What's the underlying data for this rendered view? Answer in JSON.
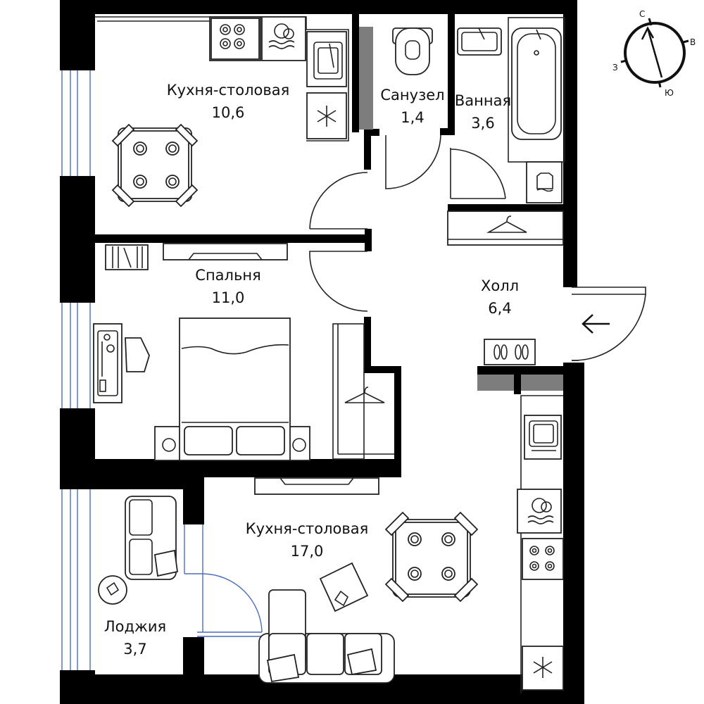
{
  "rooms": {
    "kitchen_top": {
      "name": "Кухня-столовая",
      "area": "10,6"
    },
    "wc": {
      "name": "Санузел",
      "area": "1,4"
    },
    "bath": {
      "name": "Ванная",
      "area": "3,6"
    },
    "bedroom": {
      "name": "Спальня",
      "area": "11,0"
    },
    "hall": {
      "name": "Холл",
      "area": "6,4"
    },
    "kitchen_bottom": {
      "name": "Кухня-столовая",
      "area": "17,0"
    },
    "loggia": {
      "name": "Лоджия",
      "area": "3,7"
    }
  },
  "compass": {
    "north": "С",
    "east": "В",
    "south": "Ю",
    "west": "З"
  },
  "entrance_icon": "arrow-left-icon",
  "colors": {
    "wall": "#000000",
    "shaft": "#7d7d7d",
    "window": "#4a6fb8"
  }
}
